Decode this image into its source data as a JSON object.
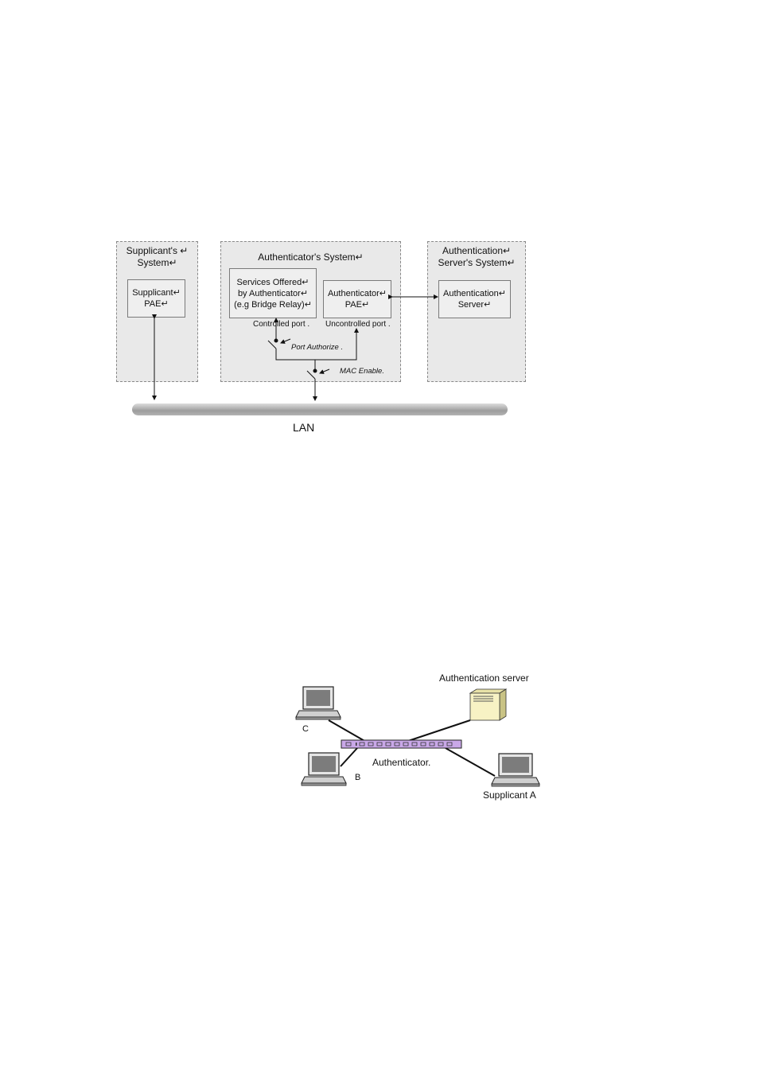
{
  "diagram1": {
    "supplicant_system": {
      "title_line1": "Supplicant's ↵",
      "title_line2": "System↵",
      "pae_line1": "Supplicant↵",
      "pae_line2": "PAE↵"
    },
    "authenticator_system": {
      "title": "Authenticator's System↵",
      "services_line1": "Services Offered↵",
      "services_line2": "by Authenticator↵",
      "services_line3": "(e.g Bridge Relay)↵",
      "pae_line1": "Authenticator↵",
      "pae_line2": "PAE↵",
      "controlled_port": "Controlled port .",
      "uncontrolled_port": "Uncontrolled port .",
      "port_authorize": "Port Authorize .",
      "mac_enable": "MAC Enable."
    },
    "auth_server_system": {
      "title_line1": "Authentication↵",
      "title_line2": "Server's System↵",
      "server_line1": "Authentication↵",
      "server_line2": "Server↵"
    },
    "lan_label": "LAN"
  },
  "diagram2": {
    "auth_server_label": "Authentication server",
    "laptop_c_label": "C",
    "laptop_b_label": "B",
    "authenticator_label": "Authenticator.",
    "supplicant_a_label": "Supplicant A",
    "switch_color": "#c9a8e8"
  }
}
